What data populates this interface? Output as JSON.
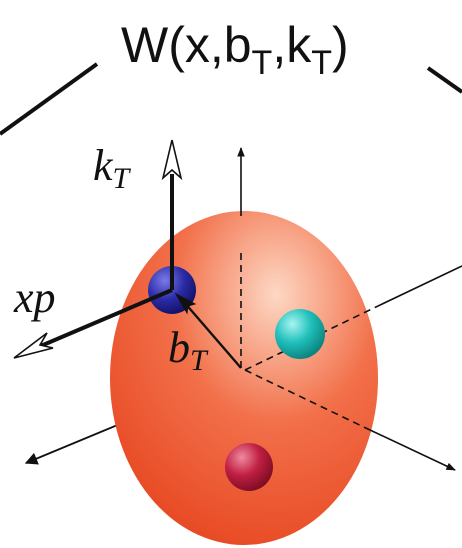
{
  "title": {
    "main": "W(x,b",
    "sub1": "T",
    "mid": ",k",
    "sub2": "T",
    "close": ")"
  },
  "labels": {
    "kT_main": "k",
    "kT_sub": "T",
    "xp": "xp",
    "bT_main": "b",
    "bT_sub": "T"
  },
  "colors": {
    "ellipsoid_center": "#fdd8c4",
    "ellipsoid_mid": "#f2704a",
    "ellipsoid_edge": "#e6441e",
    "quark_blue": "#1c1a88",
    "quark_teal": "#17b1ad",
    "quark_red": "#b01535",
    "line": "#111111"
  }
}
